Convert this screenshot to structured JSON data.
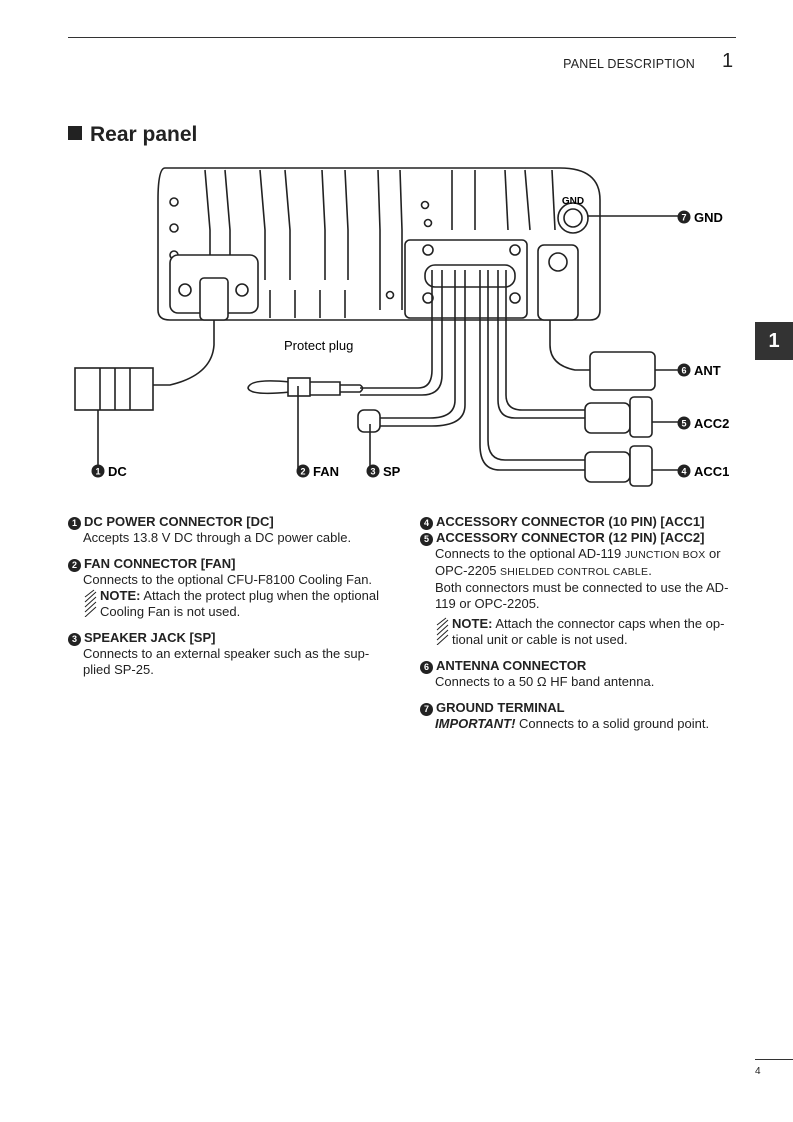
{
  "header": {
    "section": "PANEL DESCRIPTION",
    "chapter": "1"
  },
  "side_tab": "1",
  "title": "Rear panel",
  "diagram": {
    "gnd_mark": "GND",
    "protect_plug": "Protect plug",
    "labels": {
      "gnd": {
        "num": "7",
        "text": "GND"
      },
      "ant": {
        "num": "6",
        "text": "ANT"
      },
      "acc2": {
        "num": "5",
        "text": "ACC2"
      },
      "acc1": {
        "num": "4",
        "text": "ACC1"
      },
      "dc": {
        "num": "1",
        "text": "DC"
      },
      "fan": {
        "num": "2",
        "text": "FAN"
      },
      "sp": {
        "num": "3",
        "text": "SP"
      }
    }
  },
  "items": {
    "dc": {
      "num": "1",
      "heading": "DC POWER CONNECTOR [DC]",
      "text": "Accepts 13.8 V DC through a DC power cable."
    },
    "fan": {
      "num": "2",
      "heading": "FAN CONNECTOR [FAN]",
      "text": "Connects to the optional CFU-F8100 Cooling Fan.",
      "note_label": "NOTE:",
      "note_line1": "Attach the protect plug when the optional",
      "note_line2": "Cooling Fan is not used."
    },
    "sp": {
      "num": "3",
      "heading": "SPEAKER JACK [SP]",
      "line1": "Connects to an external speaker such as the sup-",
      "line2": "plied SP-25."
    },
    "acc1": {
      "num": "4",
      "heading": "ACCESSORY CONNECTOR (10 PIN) [ACC1]"
    },
    "acc2": {
      "num": "5",
      "heading": "ACCESSORY CONNECTOR (12 PIN) [ACC2]",
      "line1a": "Connects to the optional AD-119",
      "line1b": "JUNCTION BOX",
      "line1c": "or",
      "line2a": "OPC-2205",
      "line2b": "SHIELDED CONTROL CABLE",
      "line2c": ".",
      "line3": "Both connectors must be connected to use the AD-",
      "line4": "119 or OPC-2205.",
      "note_label": "NOTE:",
      "note_line1": "Attach the connector caps when the op-",
      "note_line2": "tional unit or cable is not used."
    },
    "ant": {
      "num": "6",
      "heading": "ANTENNA CONNECTOR",
      "text": "Connects to a 50 Ω HF band antenna."
    },
    "gnd": {
      "num": "7",
      "heading": "GROUND TERMINAL",
      "important": "IMPORTANT!",
      "text": "Connects to a solid ground point."
    }
  },
  "footer": {
    "page": "4"
  }
}
